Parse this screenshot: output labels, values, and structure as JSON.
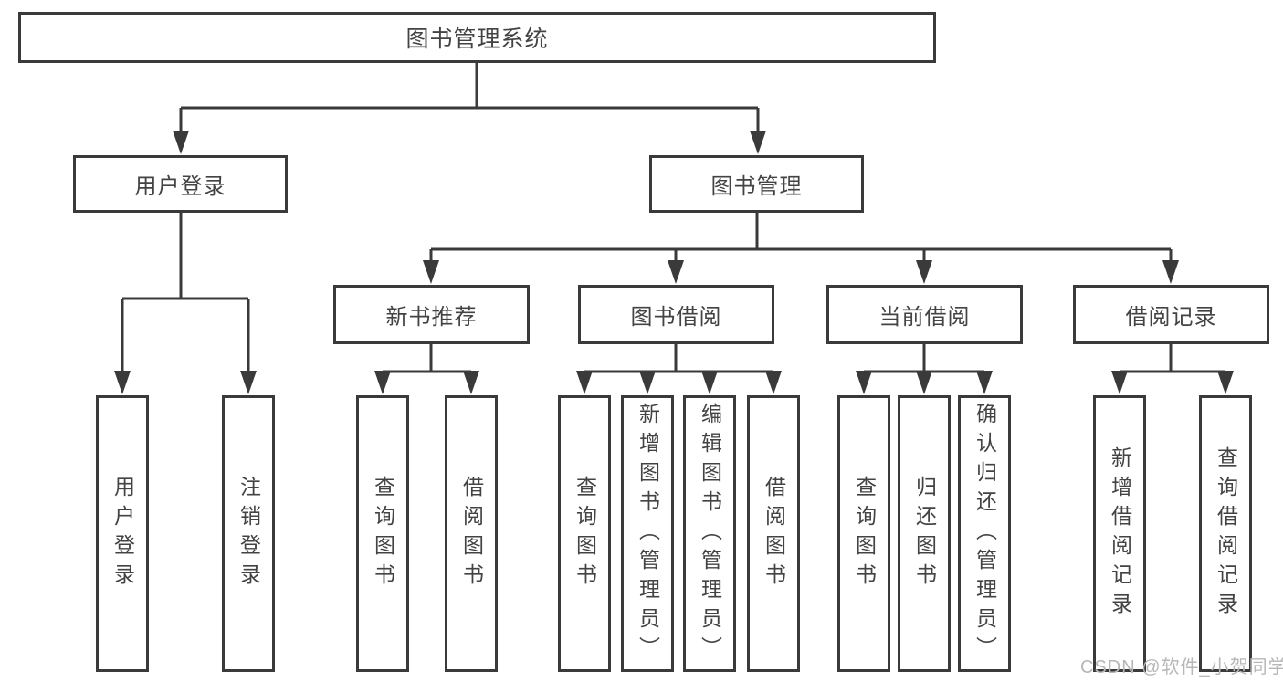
{
  "diagram_title": "图书管理系统",
  "tree": {
    "label": "图书管理系统",
    "children": [
      {
        "label": "用户登录",
        "children": [
          {
            "label": "用户登录"
          },
          {
            "label": "注销登录"
          }
        ]
      },
      {
        "label": "图书管理",
        "children": [
          {
            "label": "新书推荐",
            "children": [
              {
                "label": "查询图书"
              },
              {
                "label": "借阅图书"
              }
            ]
          },
          {
            "label": "图书借阅",
            "children": [
              {
                "label": "查询图书"
              },
              {
                "label": "新增图书（管理员）"
              },
              {
                "label": "编辑图书（管理员）"
              },
              {
                "label": "借阅图书"
              }
            ]
          },
          {
            "label": "当前借阅",
            "children": [
              {
                "label": "查询图书"
              },
              {
                "label": "归还图书"
              },
              {
                "label": "确认归还（管理员）"
              }
            ]
          },
          {
            "label": "借阅记录",
            "children": [
              {
                "label": "新增借阅记录"
              },
              {
                "label": "查询借阅记录"
              }
            ]
          }
        ]
      }
    ]
  },
  "watermark": {
    "text": "CSDN @软件_小贺同学"
  },
  "colors": {
    "line": "#3a3a3a",
    "box_border": "#3a3a3a",
    "text": "#434343",
    "watermark": "#b7b7b7",
    "background": "#ffffff"
  }
}
